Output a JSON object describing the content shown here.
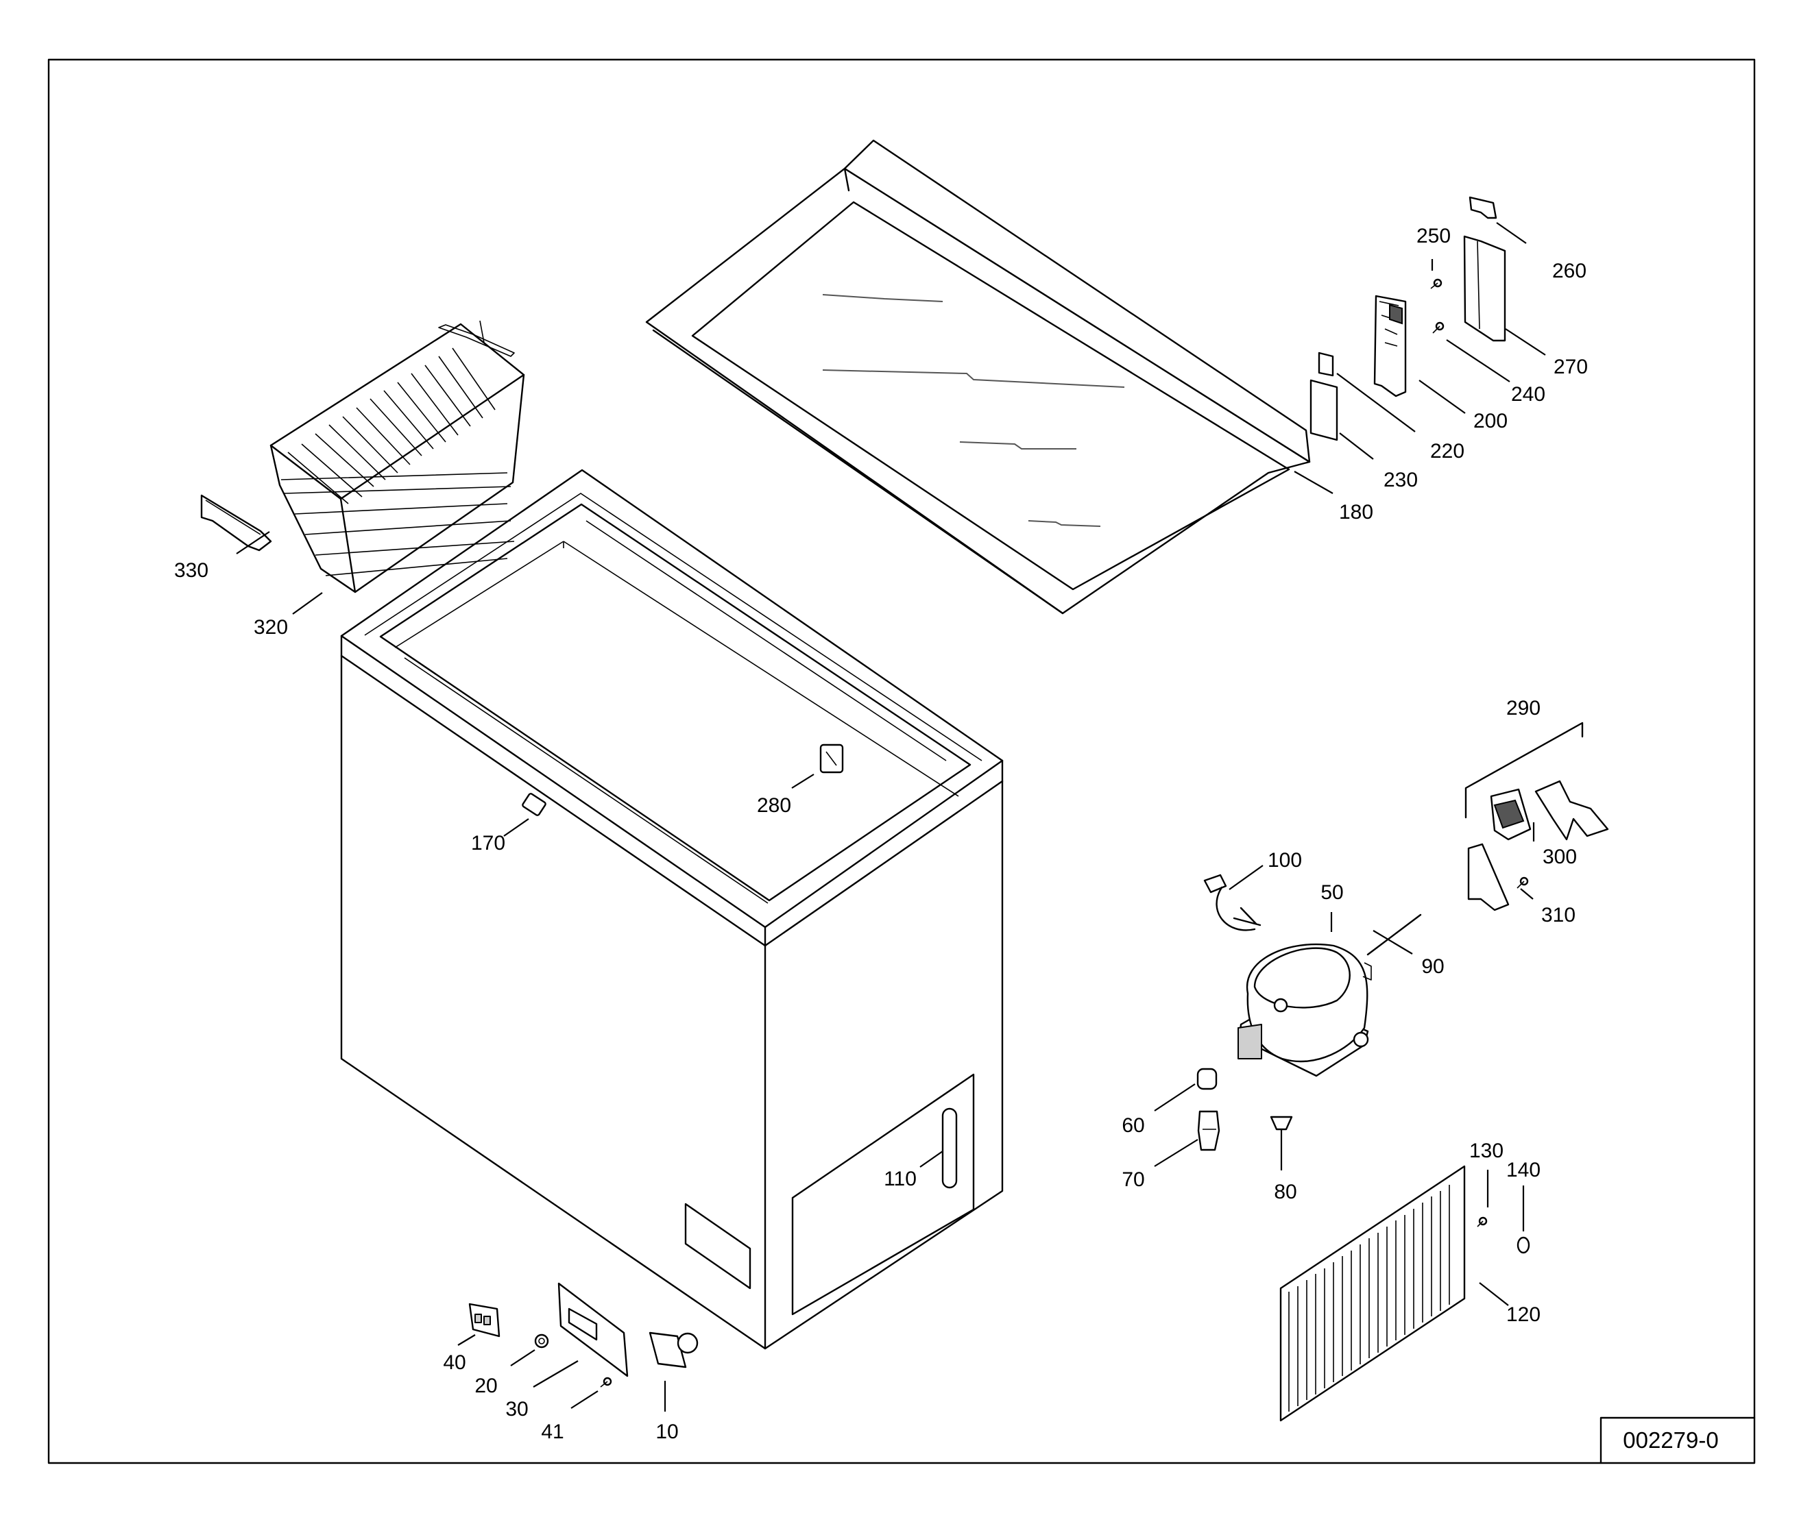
{
  "drawing_id": "002279-0",
  "labels": {
    "p10": "10",
    "p20": "20",
    "p30": "30",
    "p40": "40",
    "p41": "41",
    "p50": "50",
    "p60": "60",
    "p70": "70",
    "p80": "80",
    "p90": "90",
    "p100": "100",
    "p110": "110",
    "p120": "120",
    "p130": "130",
    "p140": "140",
    "p170": "170",
    "p180": "180",
    "p200": "200",
    "p220": "220",
    "p230": "230",
    "p240": "240",
    "p250": "250",
    "p260": "260",
    "p270": "270",
    "p280": "280",
    "p290": "290",
    "p300": "300",
    "p310": "310",
    "p320": "320",
    "p330": "330"
  }
}
